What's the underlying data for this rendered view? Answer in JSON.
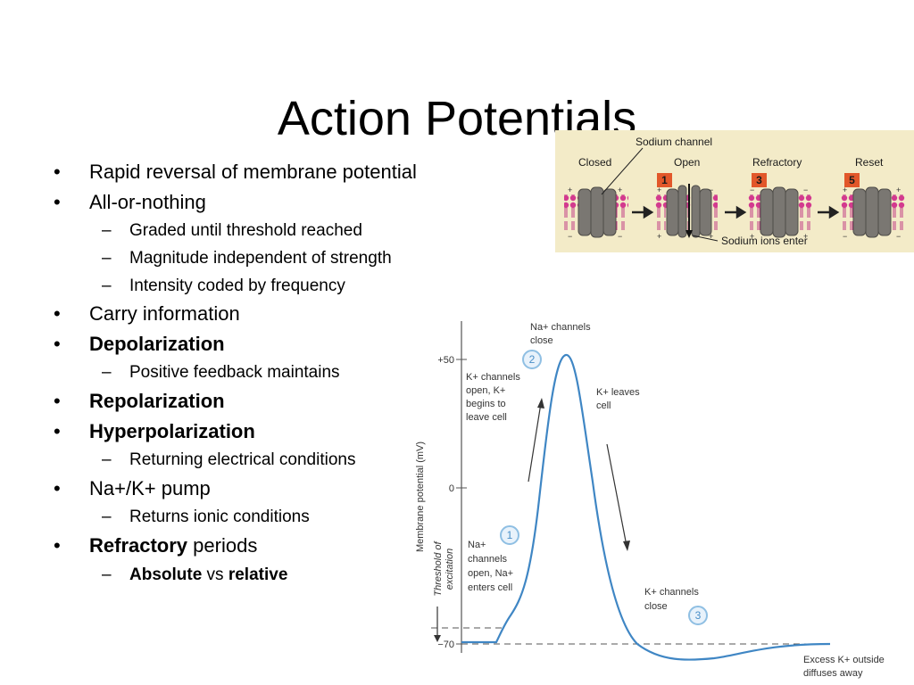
{
  "slide": {
    "title": "Action Potentials"
  },
  "bullets": {
    "rapid": "Rapid reversal of membrane potential",
    "all_or_nothing": "All-or-nothing",
    "graded": "Graded until threshold reached",
    "magnitude": "Magnitude independent of strength",
    "intensity": "Intensity coded by frequency",
    "carry": "Carry information",
    "depolarization": "Depolarization",
    "positive_feedback": "Positive feedback maintains",
    "repolarization": "Repolarization",
    "hyperpolarization": "Hyperpolarization",
    "returning_electrical": "Returning electrical conditions",
    "pump": "Na+/K+ pump",
    "returns_ionic": "Returns ionic conditions",
    "refractory_bold": "Refractory",
    "refractory_rest": " periods",
    "absolute": "Absolute",
    "vs": " vs ",
    "relative": "relative"
  },
  "channel_figure": {
    "sodium_channel": "Sodium channel",
    "closed": "Closed",
    "open": "Open",
    "refractory": "Refractory",
    "reset": "Reset",
    "step_1": "1",
    "step_3": "3",
    "step_5": "5",
    "sodium_ions_enter": "Sodium ions enter",
    "colors": {
      "background": "#f3ebc8",
      "lipid": "#d33a8e",
      "channel": "#7a7772",
      "badge": "#e2572a"
    }
  },
  "graph": {
    "y_label": "Membrane potential (mV)",
    "threshold_label_1": "Threshold of",
    "threshold_label_2": "excitation",
    "tick_plus50": "+50",
    "tick_0": "0",
    "tick_minus70": "−70",
    "ann_na_close_1": "Na+ channels",
    "ann_na_close_2": "close",
    "ann_k_open_1": "K+ channels",
    "ann_k_open_2": "open, K+",
    "ann_k_open_3": "begins to",
    "ann_k_open_4": "leave cell",
    "ann_k_leaves_1": "K+ leaves",
    "ann_k_leaves_2": "cell",
    "ann_na_open_1": "Na+",
    "ann_na_open_2": "channels",
    "ann_na_open_3": "open, Na+",
    "ann_na_open_4": "enters cell",
    "ann_k_close_1": "K+ channels",
    "ann_k_close_2": "close",
    "ann_excess_1": "Excess K+ outside",
    "ann_excess_2": "diffuses away",
    "step_1": "1",
    "step_2": "2",
    "step_3": "3",
    "colors": {
      "trace": "#3f86c4",
      "circle": "#8fbfe3"
    }
  }
}
